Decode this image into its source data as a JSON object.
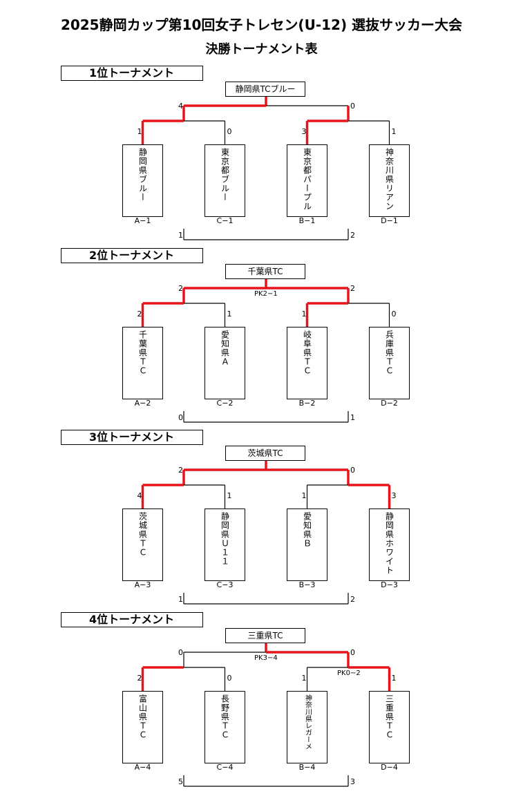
{
  "title": "2025静岡カップ第10回女子トレセン(U-12) 選抜サッカー大会",
  "subtitle": "決勝トーナメント表",
  "sections": [
    {
      "label": "1位トーナメント",
      "winner": "静岡県TCブルー",
      "scores": {
        "left_semi": "4",
        "right_semi": "0",
        "a": "1",
        "c": "0",
        "b": "3",
        "d": "1",
        "third_left": "1",
        "third_right": "2"
      },
      "pk_final": "",
      "pk_right": "",
      "teams": [
        {
          "name": "静岡県ブルー",
          "code": "A−1"
        },
        {
          "name": "東京都ブルー",
          "code": "C−1"
        },
        {
          "name": "東京都パープル",
          "code": "B−1"
        },
        {
          "name": "神奈川県リアン",
          "code": "D−1"
        }
      ]
    },
    {
      "label": "2位トーナメント",
      "winner": "千葉県TC",
      "scores": {
        "left_semi": "2",
        "right_semi": "2",
        "a": "2",
        "c": "1",
        "b": "1",
        "d": "0",
        "third_left": "0",
        "third_right": "1"
      },
      "pk_final": "PK2−1",
      "pk_right": "",
      "teams": [
        {
          "name": "千葉県ＴＣ",
          "code": "A−2"
        },
        {
          "name": "愛知県Ａ",
          "code": "C−2"
        },
        {
          "name": "岐阜県ＴＣ",
          "code": "B−2"
        },
        {
          "name": "兵庫県ＴＣ",
          "code": "D−2"
        }
      ]
    },
    {
      "label": "3位トーナメント",
      "winner": "茨城県TC",
      "scores": {
        "left_semi": "2",
        "right_semi": "0",
        "a": "4",
        "c": "1",
        "b": "1",
        "d": "3",
        "third_left": "1",
        "third_right": "2"
      },
      "pk_final": "",
      "pk_right": "",
      "teams": [
        {
          "name": "茨城県ＴＣ",
          "code": "A−3"
        },
        {
          "name": "静岡県Ｕ１１",
          "code": "C−3"
        },
        {
          "name": "愛知県Ｂ",
          "code": "B−3"
        },
        {
          "name": "静岡県ホワイト",
          "code": "D−3"
        }
      ]
    },
    {
      "label": "4位トーナメント",
      "winner": "三重県TC",
      "scores": {
        "left_semi": "0",
        "right_semi": "0",
        "a": "2",
        "c": "0",
        "b": "1",
        "d": "1",
        "third_left": "5",
        "third_right": "3"
      },
      "pk_final": "PK3−4",
      "pk_right": "PK0−2",
      "teams": [
        {
          "name": "富山県ＴＣ",
          "code": "A−4"
        },
        {
          "name": "長野県ＴＣ",
          "code": "C−4"
        },
        {
          "name": "神奈川県レガーメ",
          "code": "B−4"
        },
        {
          "name": "三重県ＴＣ",
          "code": "D−4"
        }
      ]
    }
  ],
  "colors": {
    "winner_line": "#e8121a",
    "line": "#000000"
  }
}
